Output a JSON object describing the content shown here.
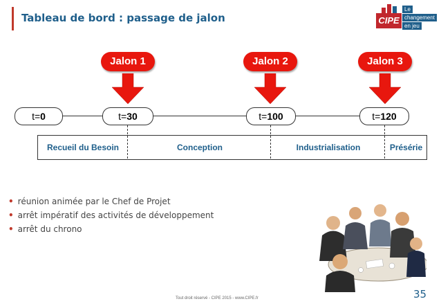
{
  "header": {
    "title": "Tableau de bord : passage de jalon",
    "logo": {
      "brand": "CIPE",
      "tagline_lines": [
        "Le",
        "changement",
        "en jeu"
      ]
    }
  },
  "jalons": [
    "Jalon 1",
    "Jalon 2",
    "Jalon 3"
  ],
  "timeline": [
    {
      "prefix": "t=",
      "value": "0"
    },
    {
      "prefix": "t=",
      "value": "30"
    },
    {
      "prefix": "t=",
      "value": "100"
    },
    {
      "prefix": "t=",
      "value": "120"
    }
  ],
  "phases": [
    "Recueil du Besoin",
    "Conception",
    "Industrialisation",
    "Présérie"
  ],
  "bullets": [
    "réunion animée par le Chef de Projet",
    "arrêt impératif des activités de développement",
    "arrêt du chrono"
  ],
  "footer": "Tout droit réservé - CIPE 2015 - www.CIPE.fr",
  "page_number": "35",
  "colors": {
    "title": "#1f5f8b",
    "jalon": "#e8170e",
    "accent": "#c0392b"
  }
}
